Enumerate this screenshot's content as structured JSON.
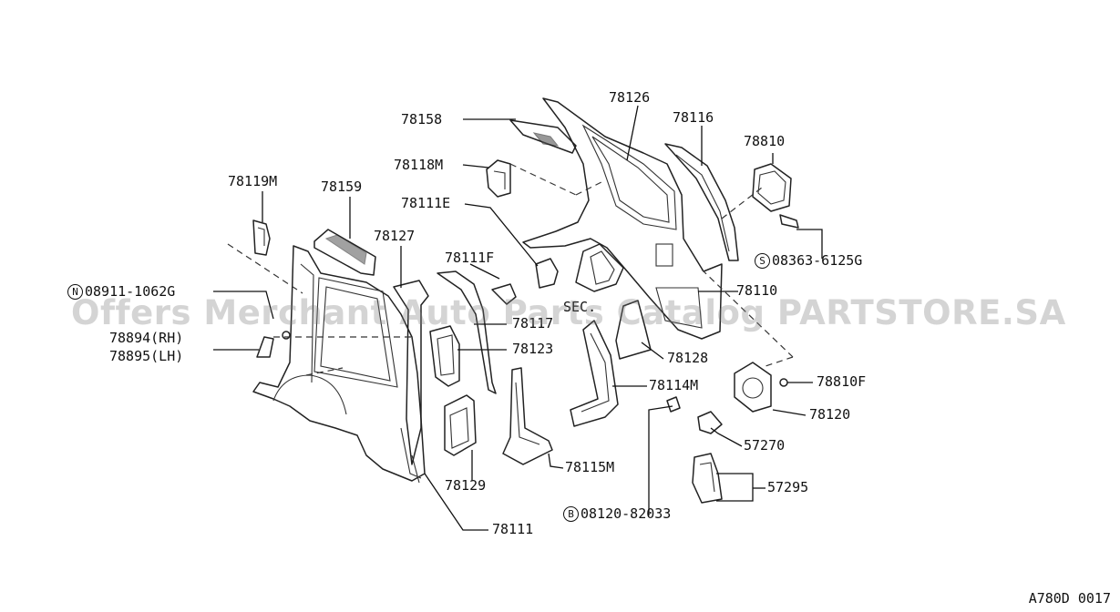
{
  "labels": {
    "l_78158": "78158",
    "l_78126": "78126",
    "l_78116": "78116",
    "l_78810": "78810",
    "l_78118M": "78118M",
    "l_78119M": "78119M",
    "l_78159": "78159",
    "l_78111E": "78111E",
    "l_78127": "78127",
    "l_78111F": "78111F",
    "l_08363": "08363-6125G",
    "l_08363_prefix": "S",
    "l_08911": "08911-1062G",
    "l_08911_prefix": "N",
    "l_78110": "78110",
    "l_78117": "78117",
    "l_78894": "78894(RH)",
    "l_78895": "78895(LH)",
    "l_78123": "78123",
    "l_78128": "78128",
    "l_78810F": "78810F",
    "l_78114M": "78114M",
    "l_78120": "78120",
    "l_57270": "57270",
    "l_78129": "78129",
    "l_78115M": "78115M",
    "l_57295": "57295",
    "l_08120": "08120-82033",
    "l_08120_prefix": "B",
    "l_78111": "78111",
    "l_sec": "SEC."
  },
  "watermark": "Offers Merchant Auto Parts Catalog PARTSTORE.SA",
  "diagram_code": "A780D 0017"
}
